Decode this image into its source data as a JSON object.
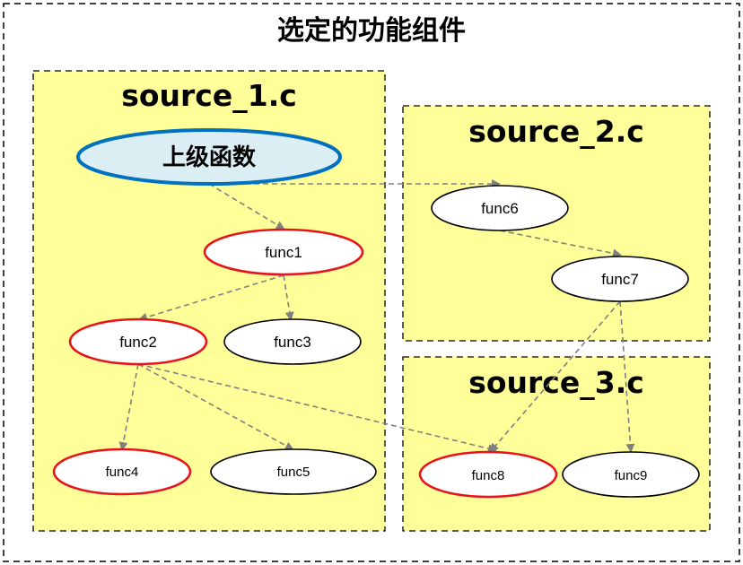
{
  "title": "选定的功能组件",
  "files": [
    {
      "id": "f1",
      "name": "source_1.c"
    },
    {
      "id": "f2",
      "name": "source_2.c"
    },
    {
      "id": "f3",
      "name": "source_3.c"
    }
  ],
  "top_function": {
    "label": "上级函数"
  },
  "functions": [
    {
      "id": "func1",
      "label": "func1",
      "file": "source_1.c",
      "highlighted": true
    },
    {
      "id": "func2",
      "label": "func2",
      "file": "source_1.c",
      "highlighted": true
    },
    {
      "id": "func3",
      "label": "func3",
      "file": "source_1.c",
      "highlighted": false
    },
    {
      "id": "func4",
      "label": "func4",
      "file": "source_1.c",
      "highlighted": true
    },
    {
      "id": "func5",
      "label": "func5",
      "file": "source_1.c",
      "highlighted": false
    },
    {
      "id": "func6",
      "label": "func6",
      "file": "source_2.c",
      "highlighted": false
    },
    {
      "id": "func7",
      "label": "func7",
      "file": "source_2.c",
      "highlighted": false
    },
    {
      "id": "func8",
      "label": "func8",
      "file": "source_3.c",
      "highlighted": true
    },
    {
      "id": "func9",
      "label": "func9",
      "file": "source_3.c",
      "highlighted": false
    }
  ],
  "calls": [
    {
      "from": "top",
      "to": "func1"
    },
    {
      "from": "top",
      "to": "func6"
    },
    {
      "from": "func1",
      "to": "func2"
    },
    {
      "from": "func1",
      "to": "func3"
    },
    {
      "from": "func2",
      "to": "func4"
    },
    {
      "from": "func2",
      "to": "func5"
    },
    {
      "from": "func2",
      "to": "func8"
    },
    {
      "from": "func6",
      "to": "func7"
    },
    {
      "from": "func7",
      "to": "func8"
    },
    {
      "from": "func7",
      "to": "func9"
    }
  ],
  "colors": {
    "file_box_fill": "#ffff99",
    "highlight_stroke": "#e8141b",
    "normal_stroke": "#000000",
    "top_fill": "#daeef3",
    "top_stroke": "#0070c0",
    "arrow": "#808080"
  }
}
